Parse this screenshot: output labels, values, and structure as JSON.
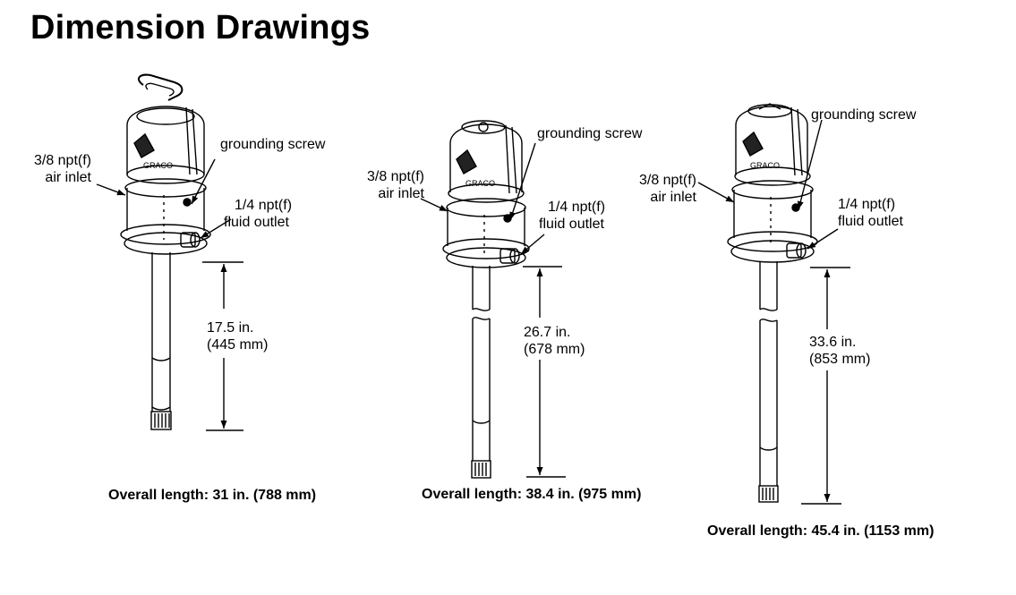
{
  "page": {
    "title": "Dimension Drawings"
  },
  "pumps": [
    {
      "air_inlet": {
        "line1": "3/8 npt(f)",
        "line2": "air inlet"
      },
      "grounding_screw": "grounding screw",
      "fluid_outlet": {
        "line1": "1/4 npt(f)",
        "line2": "fluid outlet"
      },
      "dimension": {
        "line1": "17.5 in.",
        "line2": "(445 mm)"
      },
      "overall": {
        "line1": "Overall length:",
        "line2": "31 in. (788 mm)"
      }
    },
    {
      "air_inlet": {
        "line1": "3/8 npt(f)",
        "line2": "air inlet"
      },
      "grounding_screw": "grounding screw",
      "fluid_outlet": {
        "line1": "1/4 npt(f)",
        "line2": "fluid outlet"
      },
      "dimension": {
        "line1": "26.7 in.",
        "line2": "(678 mm)"
      },
      "overall": {
        "line1": "Overall length:",
        "line2": "38.4 in. (975 mm)"
      }
    },
    {
      "air_inlet": {
        "line1": "3/8 npt(f)",
        "line2": "air inlet"
      },
      "grounding_screw": "grounding screw",
      "fluid_outlet": {
        "line1": "1/4 npt(f)",
        "line2": "fluid outlet"
      },
      "dimension": {
        "line1": "33.6 in.",
        "line2": "(853 mm)"
      },
      "overall": {
        "line1": "Overall length:",
        "line2": "45.4 in. (1153 mm)"
      }
    }
  ]
}
